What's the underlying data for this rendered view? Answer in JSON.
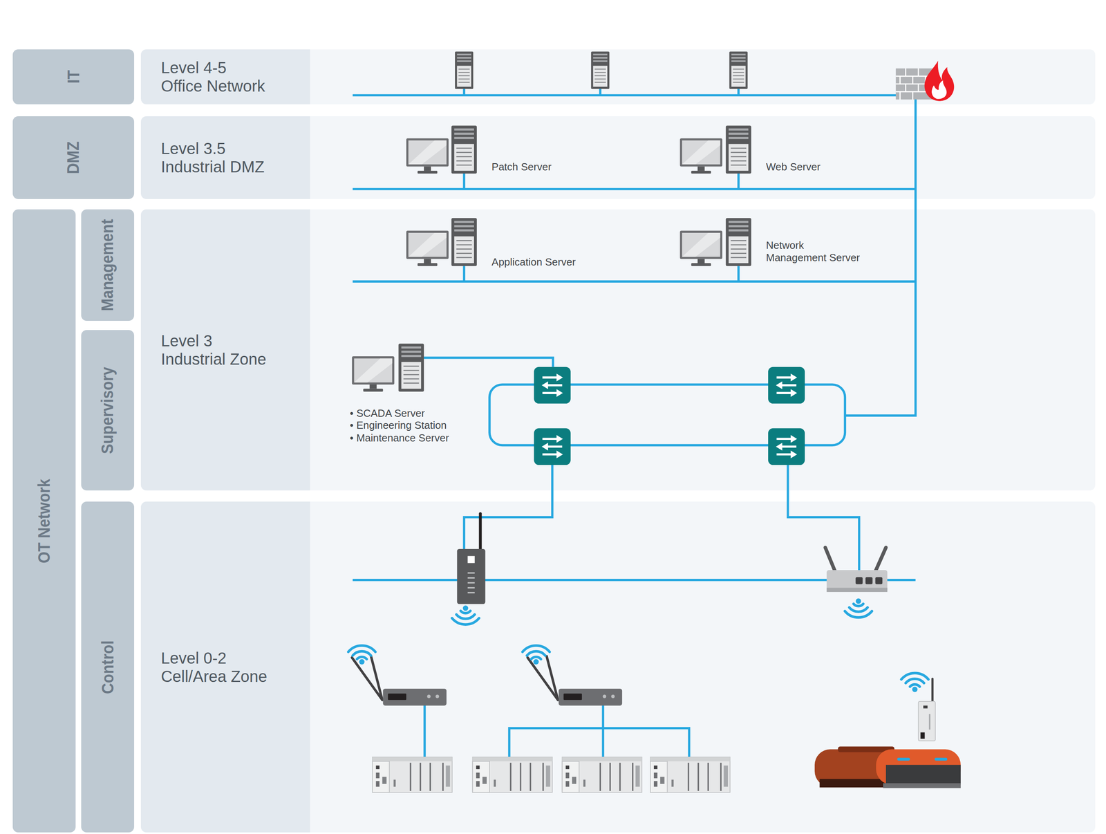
{
  "diagram": {
    "nodes": [
      {
        "text": [
          "IT"
        ]
      },
      {
        "text": [
          "Level 4-5 Office Network"
        ]
      },
      {
        "text": [
          "DMZ"
        ]
      },
      {
        "text": [
          "Level 3.5 Industrial DMZ"
        ]
      },
      {
        "text": [
          "OT Network"
        ]
      },
      {
        "text": [
          "Management"
        ]
      },
      {
        "text": [
          "Supervisory"
        ]
      },
      {
        "text": [
          "Level 3 Industrial Zone"
        ]
      },
      {
        "text": [
          "Control"
        ]
      },
      {
        "text": [
          "Level 0-2 Cell/Area Zone"
        ]
      }
    ],
    "labels": [
      "Patch Server",
      "Web Server",
      "Application Server",
      "Network Management Server",
      "• SCADA Server",
      "• Engineering Station",
      "• Maintenance Server"
    ]
  }
}
